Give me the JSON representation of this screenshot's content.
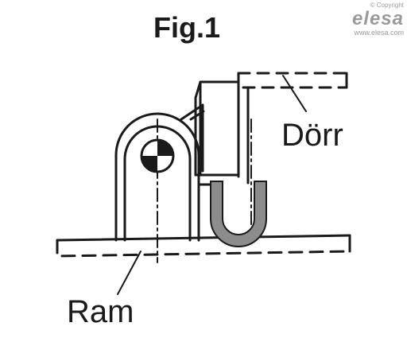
{
  "figure": {
    "title": "Fig.1",
    "labels": {
      "door": "Dörr",
      "frame": "Ram"
    },
    "colors": {
      "line": "#1a1a1a",
      "seal": "#8c8c8c",
      "logo": "#9a9a9a"
    }
  },
  "logo": {
    "copyright": "© Copyright",
    "brand": "elesa",
    "website": "www.elesa.com"
  }
}
